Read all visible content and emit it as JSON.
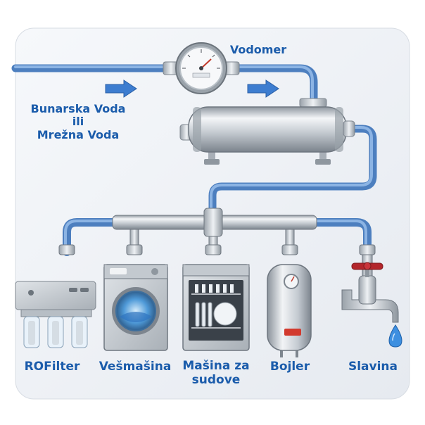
{
  "source_label": {
    "line1": "Bunarska Voda",
    "line2": "ili",
    "line3": "Mrežna Voda"
  },
  "meter_label": "Vodomer",
  "appliances": [
    {
      "key": "rofilter",
      "label": "ROFilter"
    },
    {
      "key": "washer",
      "label": "Vešmašina"
    },
    {
      "key": "dishwasher",
      "label_line1": "Mašina za",
      "label_line2": "sudove"
    },
    {
      "key": "boiler",
      "label": "Bojler"
    },
    {
      "key": "faucet",
      "label": "Slavina"
    }
  ],
  "colors": {
    "label_blue": "#1b5cab",
    "pipe_blue": "#5c8fd0",
    "steel": "#bcc4cc",
    "board": "#eef1f5",
    "faucet_handle": "#b3262b",
    "water_drop": "#3d8fe0",
    "boiler_indicator": "#d23a2e"
  }
}
